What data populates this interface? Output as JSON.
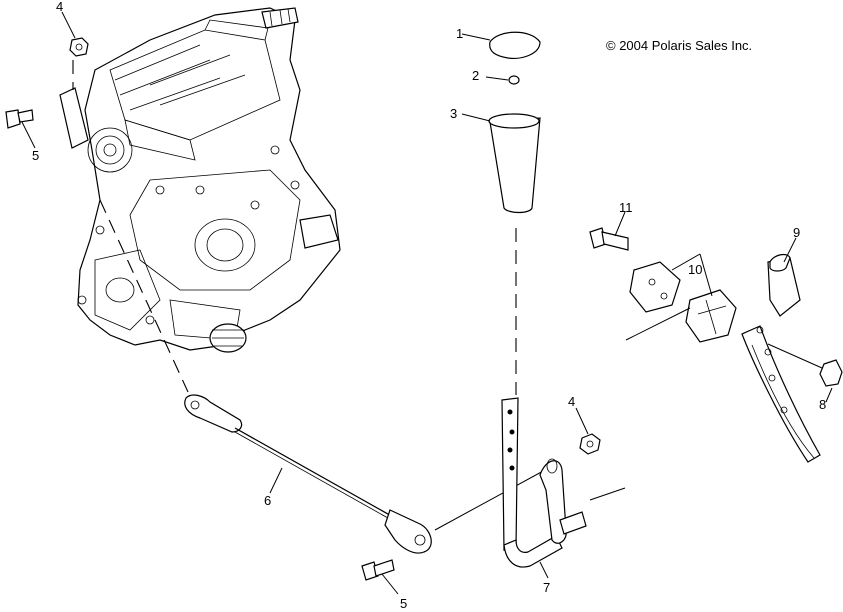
{
  "copyright": "© 2004 Polaris Sales Inc.",
  "callouts": {
    "c1": "1",
    "c2": "2",
    "c3": "3",
    "c4a": "4",
    "c4b": "4",
    "c5a": "5",
    "c5b": "5",
    "c6": "6",
    "c7": "7",
    "c8": "8",
    "c9": "9",
    "c10": "10",
    "c11": "11"
  }
}
